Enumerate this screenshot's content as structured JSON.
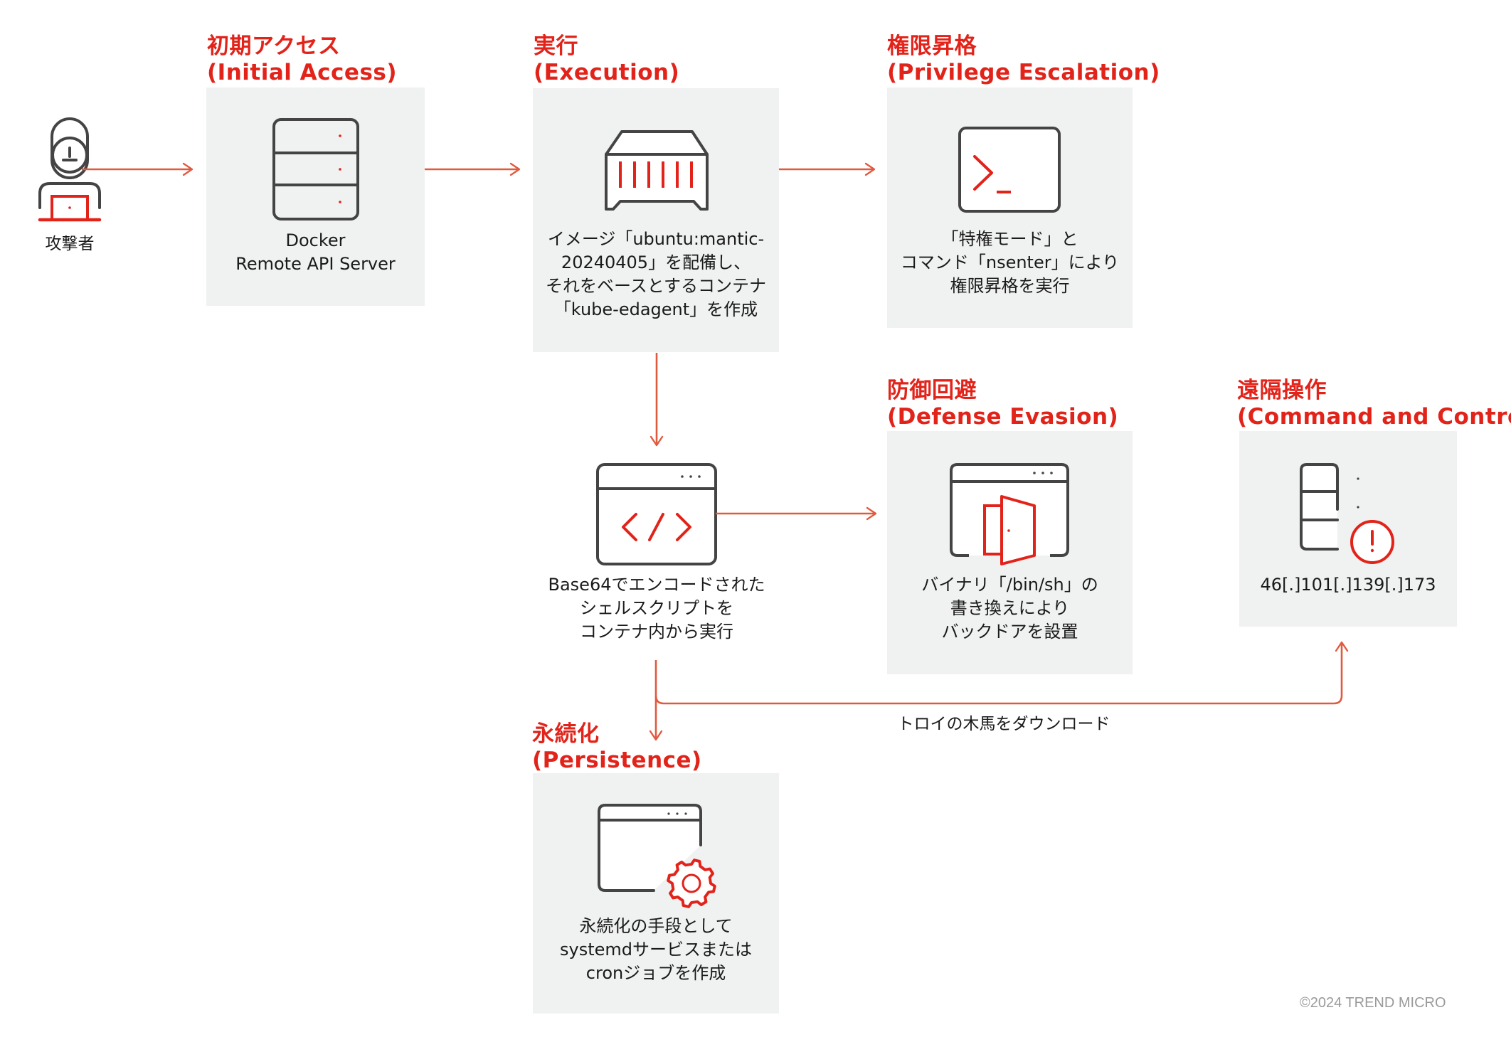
{
  "attacker": {
    "label": "攻撃者"
  },
  "stages": {
    "initial_access": {
      "title_ja": "初期アクセス",
      "title_en": "(Initial Access)",
      "desc": [
        "Docker",
        "Remote API Server"
      ]
    },
    "execution": {
      "title_ja": "実行",
      "title_en": "(Execution)",
      "desc": [
        "イメージ「ubuntu:mantic-",
        "20240405」を配備し、",
        "それをベースとするコンテナ",
        "「kube-edagent」を作成"
      ]
    },
    "script_exec": {
      "desc": [
        "Base64でエンコードされた",
        "シェルスクリプトを",
        "コンテナ内から実行"
      ]
    },
    "privilege_escalation": {
      "title_ja": "権限昇格",
      "title_en": "(Privilege Escalation)",
      "desc": [
        "「特権モード」と",
        "コマンド「nsenter」により",
        "権限昇格を実行"
      ]
    },
    "defense_evasion": {
      "title_ja": "防御回避",
      "title_en": "(Defense Evasion)",
      "desc": [
        "バイナリ「/bin/sh」の",
        "書き換えにより",
        "バックドアを設置"
      ]
    },
    "command_and_control": {
      "title_ja": "遠隔操作",
      "title_en": "(Command and Control)",
      "desc": [
        "46[.]101[.]139[.]173"
      ]
    },
    "persistence": {
      "title_ja": "永続化",
      "title_en": "(Persistence)",
      "desc": [
        "永続化の手段として",
        "systemdサービスまたは",
        "cronジョブを作成"
      ]
    }
  },
  "edges": {
    "trojan_download_label": "トロイの木馬をダウンロード"
  },
  "footer": {
    "copyright": "©2024 TREND MICRO"
  },
  "colors": {
    "accent_red": "#e2231a",
    "arrow": "#e05a3f",
    "icon_stroke": "#444444",
    "box_bg": "#f0f1f1"
  }
}
